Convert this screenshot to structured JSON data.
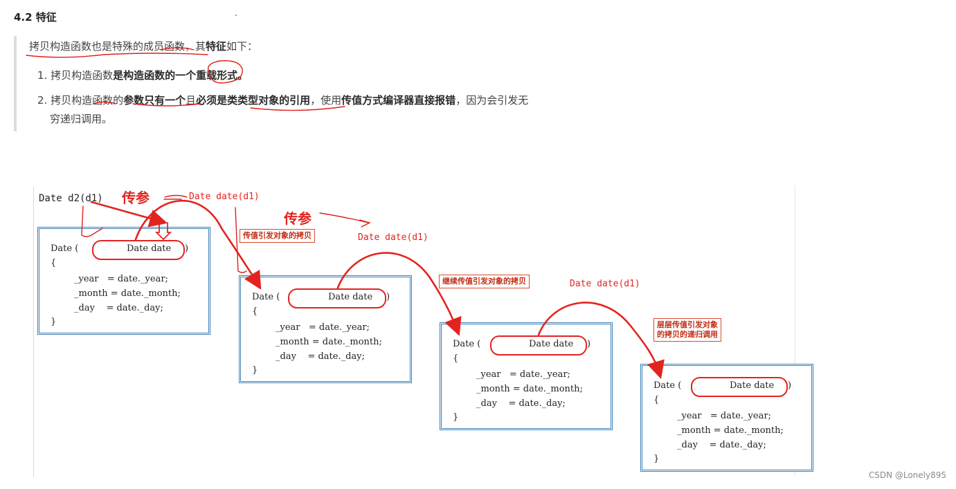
{
  "heading": "4.2 特征",
  "intro": {
    "a": "拷贝构造函数也是特殊的成员函数，其",
    "b": "特征",
    "c": "如下："
  },
  "items": [
    {
      "num": "1.",
      "p1": "拷贝构造函数",
      "b1": "是构造函数的一个重载形式。"
    },
    {
      "num": "2.",
      "p1": "拷贝构造函数的",
      "b1": "参数只有一个",
      "p2": "且",
      "b2": "必须是类类型对象的引用",
      "p3": "，使用",
      "b3": "传值方式编译器直接报错",
      "p4": "，因为会引发无",
      "line2": "穷递归调用。"
    }
  ],
  "diagram": {
    "start_code": "Date d2(d1)",
    "annotations": {
      "pass_param_1": "传参",
      "pass_param_2": "传参",
      "arg_1": "Date date(d1)",
      "arg_2": "Date date(d1)",
      "arg_3": "Date date(d1)",
      "label_1": "传值引发对象的拷贝",
      "label_2": "继续传值引发对象的拷贝",
      "label_3a": "层层传值引发对象",
      "label_3b": "的拷贝的递归调用"
    },
    "frame": {
      "sig_prefix": "Date (",
      "sig_param": "Date date",
      "sig_suffix": ")",
      "open": "{",
      "line1": "_year   = date._year;",
      "line2": "_month = date._month;",
      "line3": "_day    = date._day;",
      "close": "}"
    }
  },
  "watermark": "CSDN @Lonely895",
  "colors": {
    "accent_red": "#e3231f",
    "frame_blue": "#3d7fb5",
    "quote_bar": "#dcdcdc"
  }
}
